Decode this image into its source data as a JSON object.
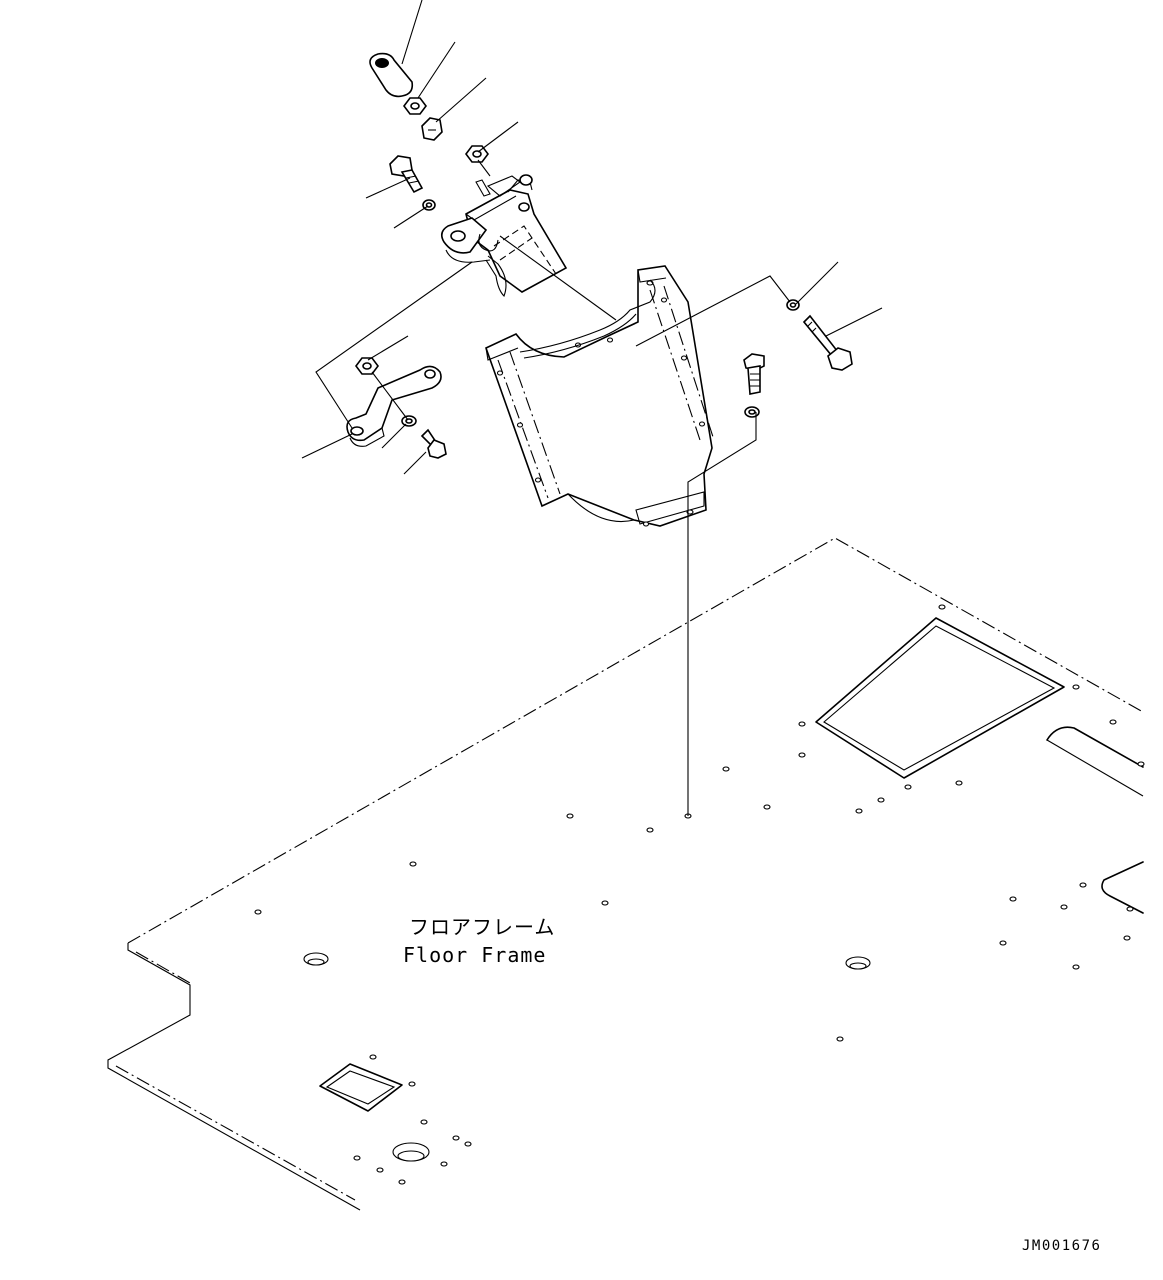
{
  "diagram": {
    "label_jp": "フロアフレーム",
    "label_en": "Floor Frame",
    "drawing_code": "JM001676"
  }
}
